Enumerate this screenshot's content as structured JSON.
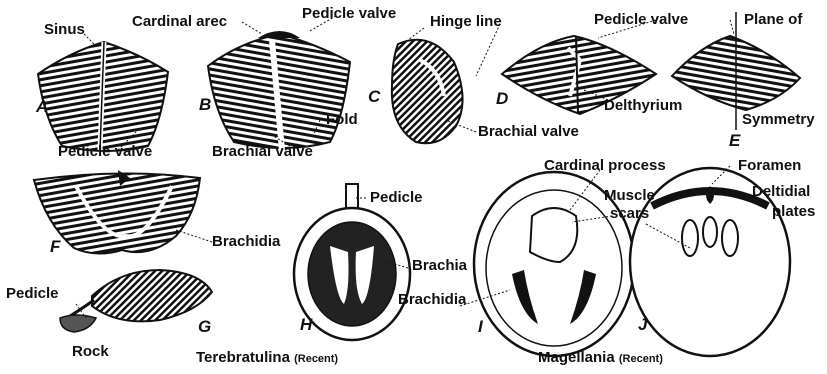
{
  "figure": {
    "letters": [
      "A",
      "B",
      "C",
      "D",
      "E",
      "F",
      "G",
      "H",
      "I",
      "J"
    ],
    "labels": {
      "sinus": "Sinus",
      "cardinal_area": "Cardinal arec",
      "pedicle_valve_top": "Pedicle valve",
      "hinge_line": "Hinge line",
      "pedicle_valve_d": "Pedicle valve",
      "plane_of": "Plane of",
      "pedicle_valve_a": "Pedicle valve",
      "brachial_valve_b": "Brachial valve",
      "fold": "Fold",
      "delthyrium": "Delthyrium",
      "brachial_valve_c": "Brachial valve",
      "symmetry": "Symmetry",
      "cardinal_process": "Cardinal process",
      "foramen": "Foramen",
      "deltidial": "Deltidial",
      "plates": "plates",
      "muscle": "Muscle",
      "scars": "scars",
      "pedicle_h": "Pedicle",
      "brachidia_f": "Brachidia",
      "brachia": "Brachia",
      "brachidia_i": "Brachidia",
      "pedicle_g": "Pedicle",
      "rock": "Rock"
    },
    "captions": {
      "terebratulina": "Terebratulina",
      "terebratulina_note": "(Recent)",
      "magellania": "Magellania",
      "magellania_note": "(Recent)"
    }
  }
}
